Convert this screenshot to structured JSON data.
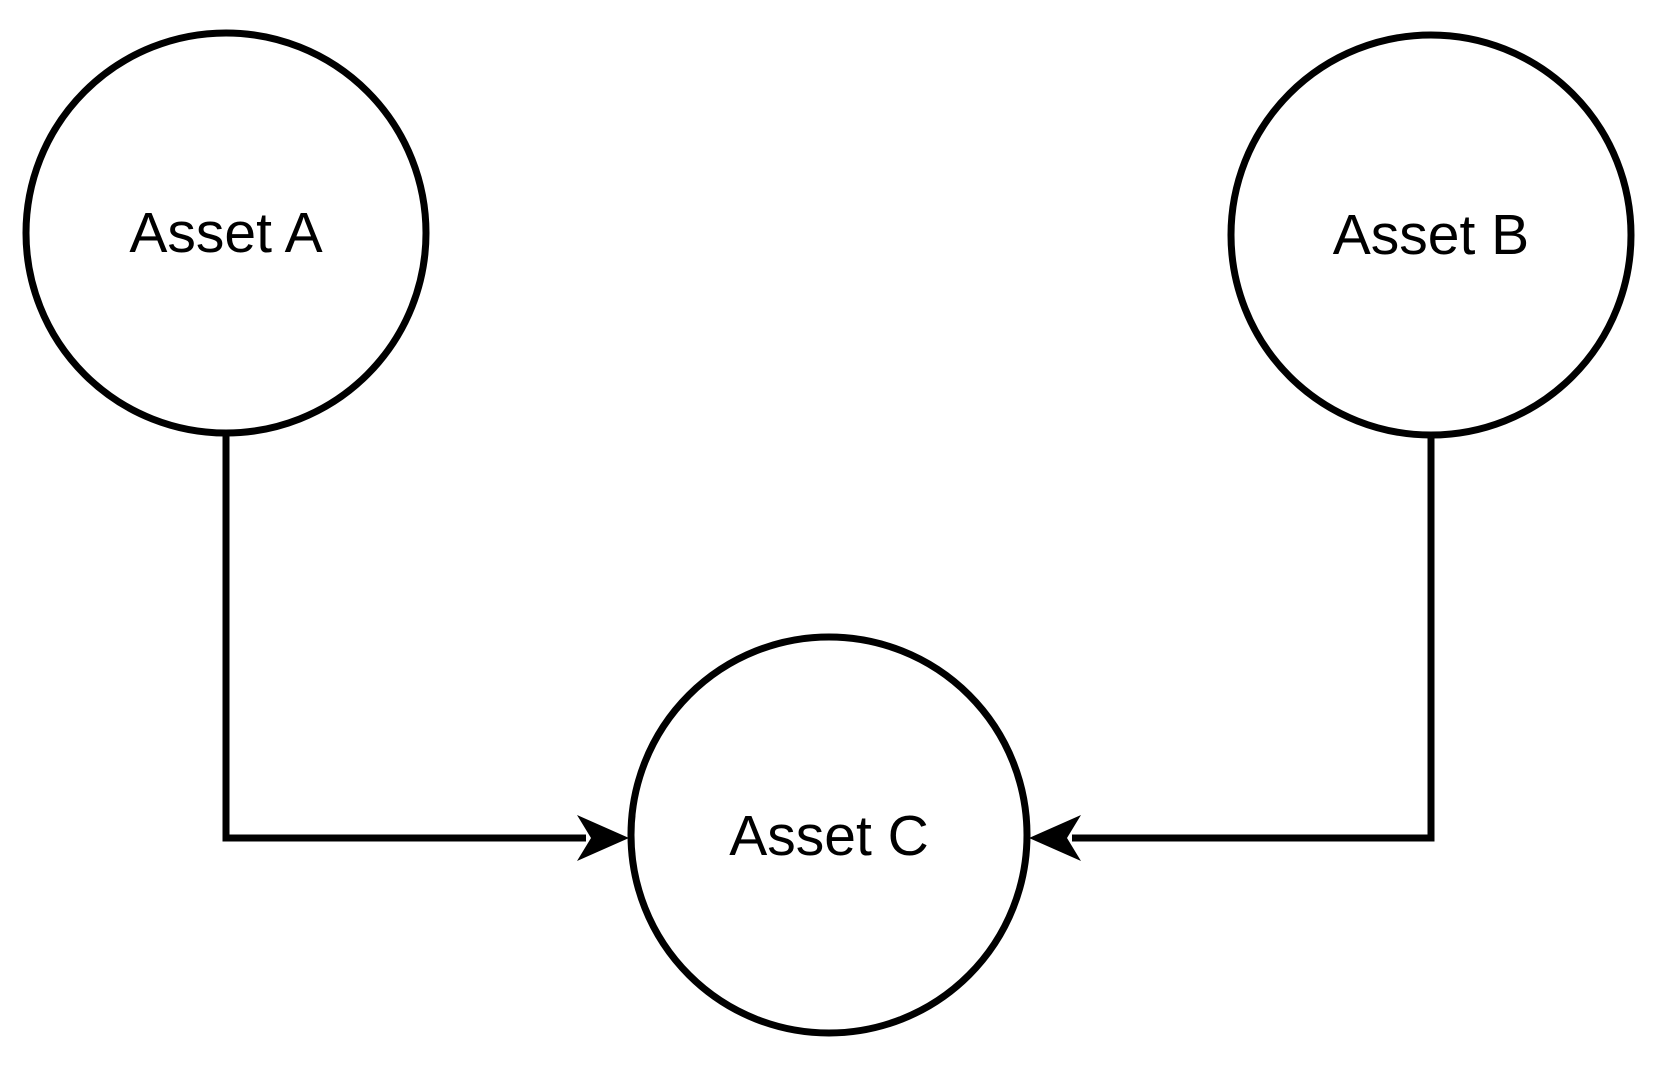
{
  "diagram": {
    "title": "",
    "nodes": [
      {
        "id": "asset-a",
        "label": "Asset A",
        "shape": "circle"
      },
      {
        "id": "asset-b",
        "label": "Asset B",
        "shape": "circle"
      },
      {
        "id": "asset-c",
        "label": "Asset C",
        "shape": "circle"
      }
    ],
    "edges": [
      {
        "from": "Asset A",
        "to": "Asset C",
        "arrow": "arrowhead-into-target"
      },
      {
        "from": "Asset B",
        "to": "Asset C",
        "arrow": "arrowhead-into-target"
      }
    ],
    "colors": {
      "node_fill": "#ffffff",
      "stroke": "#000000",
      "background": "#ffffff",
      "text": "#000000"
    }
  }
}
